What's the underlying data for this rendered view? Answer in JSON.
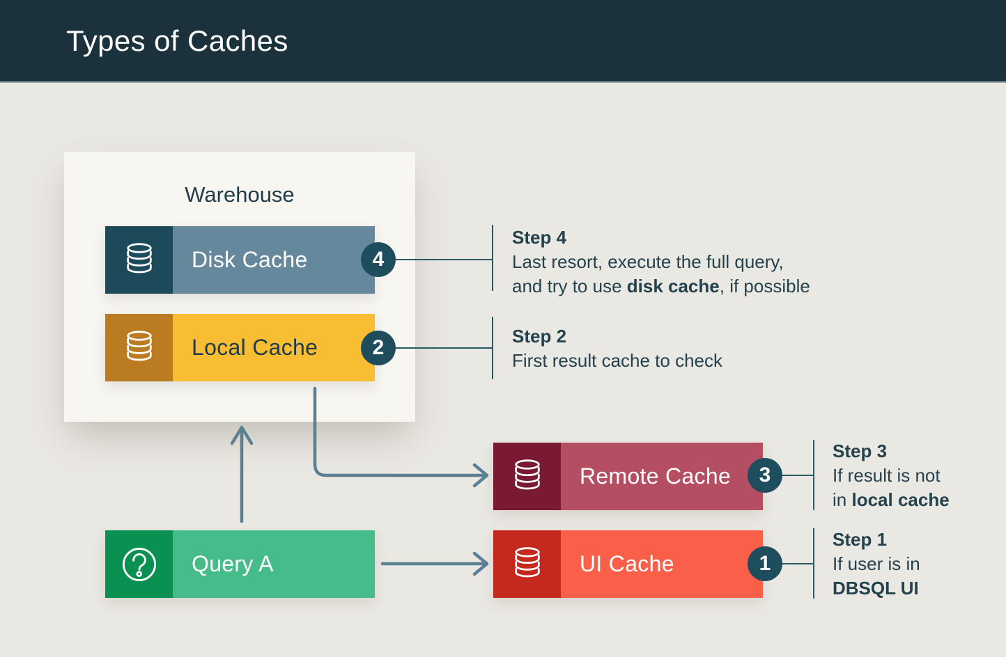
{
  "header": {
    "title": "Types of Caches"
  },
  "warehouse": {
    "title": "Warehouse"
  },
  "nodes": {
    "disk": {
      "label": "Disk Cache",
      "badge": "4",
      "icon": "database-icon",
      "icon_box_color": "#1d4a5b",
      "bar_color": "#65889c"
    },
    "local": {
      "label": "Local Cache",
      "badge": "2",
      "icon": "database-icon",
      "icon_box_color": "#bb7c21",
      "bar_color": "#f8bd33"
    },
    "remote": {
      "label": "Remote Cache",
      "badge": "3",
      "icon": "database-icon",
      "icon_box_color": "#7a1932",
      "bar_color": "#b44e63"
    },
    "ui": {
      "label": "UI Cache",
      "badge": "1",
      "icon": "database-icon",
      "icon_box_color": "#c5281c",
      "bar_color": "#f95f49"
    },
    "query": {
      "label": "Query A",
      "icon": "question-icon",
      "icon_box_color": "#0a9152",
      "bar_color": "#46bc8b"
    }
  },
  "steps": {
    "step4": {
      "title": "Step 4",
      "line1": "Last resort, execute the full query,",
      "line2_pre": "and try to use ",
      "line2_bold": "disk cache",
      "line2_post": ", if possible"
    },
    "step2": {
      "title": "Step 2",
      "line1": "First result cache to check"
    },
    "step3": {
      "title": "Step 3",
      "line1": "If result is not",
      "line2_pre": "in ",
      "line2_bold": "local cache",
      "line2_post": ""
    },
    "step1": {
      "title": "Step 1",
      "line1": "If user is in",
      "line2_pre": "",
      "line2_bold": "DBSQL UI",
      "line2_post": ""
    }
  },
  "colors": {
    "header_bg": "#1b323c",
    "page_bg": "#eae8e2",
    "panel_bg": "#f8f6f1",
    "badge_bg": "#1e4d5d",
    "dark_text": "#1d3b48",
    "step_text": "#24424e",
    "rule_line": "#2a5866",
    "arrow": "#5b7f93"
  }
}
